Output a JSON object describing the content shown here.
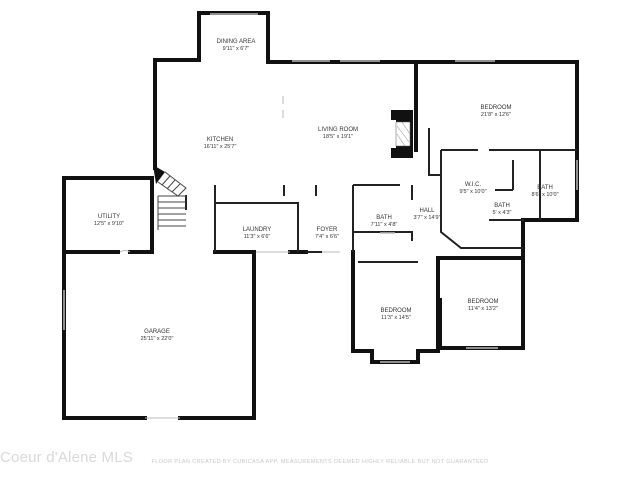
{
  "rooms": {
    "dining": {
      "name": "DINING AREA",
      "dims": "9'11\" x 6'7\""
    },
    "kitchen": {
      "name": "KITCHEN",
      "dims": "16'11\" x 25'7\""
    },
    "living": {
      "name": "LIVING ROOM",
      "dims": "18'5\" x 19'1\""
    },
    "bedroom_master": {
      "name": "BEDROOM",
      "dims": "21'8\" x 12'6\""
    },
    "wic": {
      "name": "W.I.C.",
      "dims": "9'5\" x 10'0\""
    },
    "bath_master": {
      "name": "BATH",
      "dims": "8'6\" x 10'0\""
    },
    "bath_small": {
      "name": "BATH",
      "dims": "5' x 4'3\""
    },
    "utility": {
      "name": "UTILITY",
      "dims": "12'5\" x 9'10\""
    },
    "laundry": {
      "name": "LAUNDRY",
      "dims": "11'3\" x 6'6\""
    },
    "foyer": {
      "name": "FOYER",
      "dims": "7'4\" x 6'6\""
    },
    "bath_hall": {
      "name": "BATH",
      "dims": "7'11\" x 4'8\""
    },
    "hall": {
      "name": "HALL",
      "dims": "3'7\" x 14'9\""
    },
    "bedroom_2": {
      "name": "BEDROOM",
      "dims": "11'3\" x 14'5\""
    },
    "bedroom_3": {
      "name": "BEDROOM",
      "dims": "11'4\" x 13'2\""
    },
    "garage": {
      "name": "GARAGE",
      "dims": "25'11\" x 22'0\""
    }
  },
  "watermark": "Coeur d'Alene MLS",
  "credit": "FLOOR PLAN CREATED BY CUBICASA APP. MEASUREMENTS DEEMED HIGHLY RELIABLE BUT NOT GUARANTEED"
}
